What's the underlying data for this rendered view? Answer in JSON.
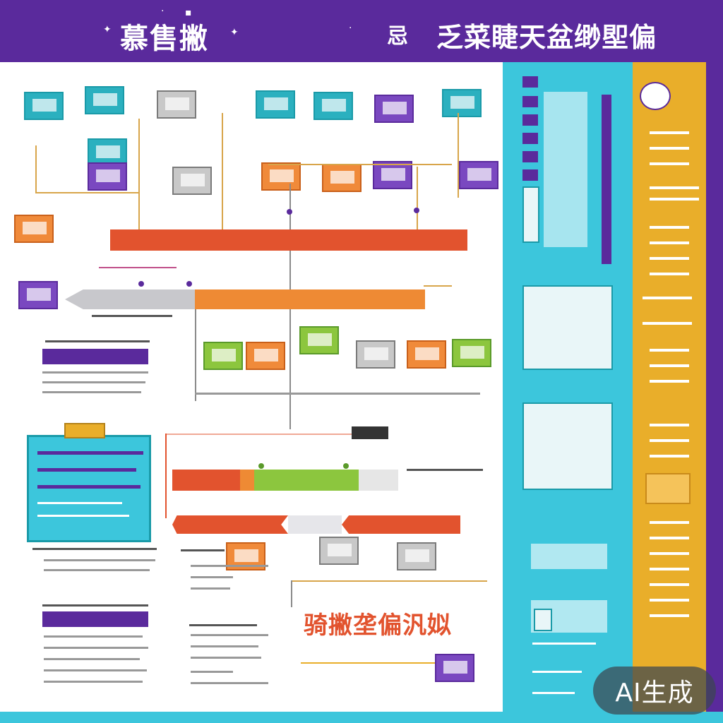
{
  "header": {
    "title_left": "慕售撇",
    "title_mark": "忌",
    "title_right": "乏菜睫天盆缈堲偏"
  },
  "caption": {
    "big": "骑撇垄偏汎姒"
  },
  "badge": {
    "ai_label": "AI生成"
  },
  "colors": {
    "header_purple": "#5a2a9c",
    "cyan": "#3cc6dc",
    "gold": "#e9ae2a",
    "red_bar": "#e2532e",
    "orange_bar": "#ee8a34",
    "green_bar": "#8cc63e"
  },
  "icons": {
    "emblem": "sun-emblem-icon",
    "node": "building-icon"
  }
}
